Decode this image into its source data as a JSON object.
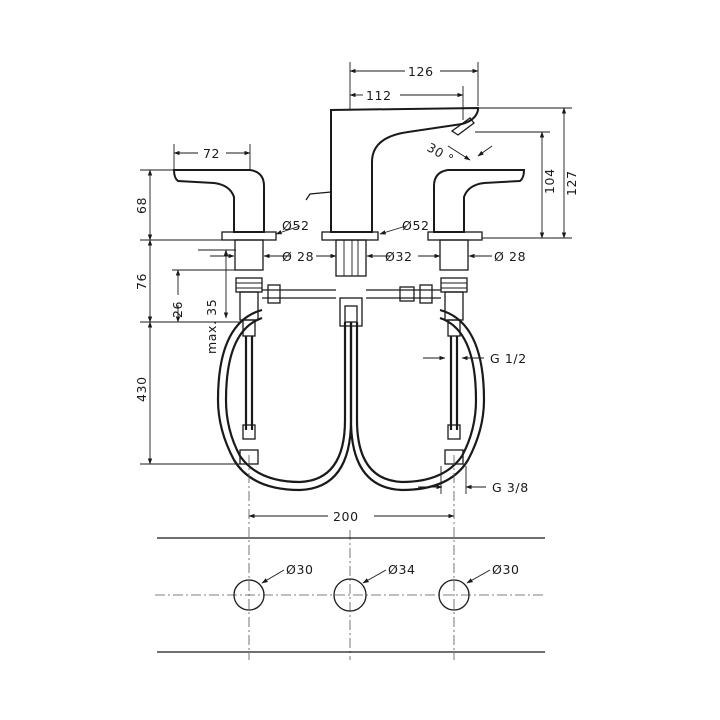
{
  "dimensions": {
    "spout_width": "126",
    "spout_reach": "112",
    "spout_angle": "30 °",
    "handle_reach": "72",
    "handle_height": "68",
    "spout_height_total": "127",
    "spout_height_outlet": "104",
    "flange_diameter_left": "Ø52",
    "flange_diameter_right": "Ø52",
    "shank_diameter_left": "Ø 28",
    "shank_diameter_center": "Ø32",
    "shank_diameter_right": "Ø 28",
    "body_height": "76",
    "shank_offset": "26",
    "max_deck_thickness": "max. 35",
    "hose_length": "430",
    "inlet_thread_top": "G 1/2",
    "inlet_thread_bottom": "G 3/8",
    "hole_spacing": "200"
  },
  "holes": [
    {
      "label": "Ø30"
    },
    {
      "label": "Ø34"
    },
    {
      "label": "Ø30"
    }
  ],
  "colors": {
    "line": "#1a1a1a",
    "background": "#ffffff"
  }
}
